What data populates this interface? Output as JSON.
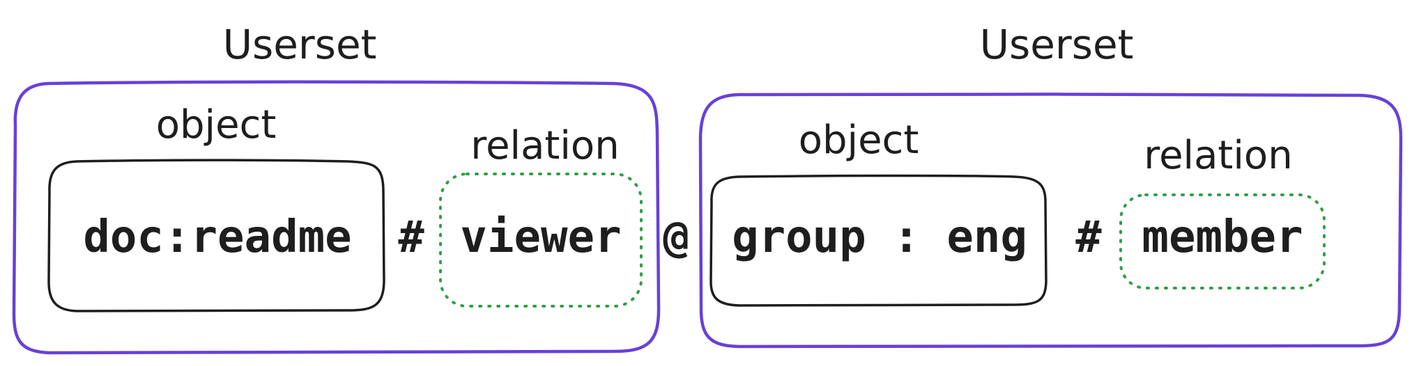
{
  "userset_left": {
    "title": "Userset",
    "object_label": "object",
    "object_value": "doc:readme",
    "separator": "#",
    "relation_label": "relation",
    "relation_value": "viewer"
  },
  "at_symbol": "@",
  "userset_right": {
    "title": "Userset",
    "object_label": "object",
    "object_value": "group : eng",
    "separator": "#",
    "relation_label": "relation",
    "relation_value": "member"
  },
  "colors": {
    "userset_border": "#6741d9",
    "object_border": "#1e1e1e",
    "relation_border": "#2f9e44",
    "text": "#1e1e1e"
  }
}
